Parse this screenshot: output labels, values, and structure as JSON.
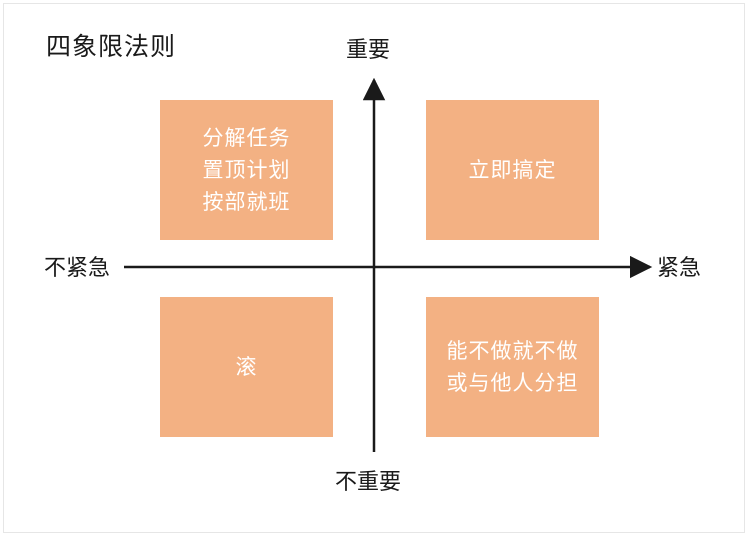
{
  "title": "四象限法则",
  "axes": {
    "top": "重要",
    "bottom": "不重要",
    "left": "不紧急",
    "right": "紧急"
  },
  "quadrants": {
    "top_left": [
      "分解任务",
      "置顶计划",
      "按部就班"
    ],
    "top_right": [
      "立即搞定"
    ],
    "bottom_left": [
      "滚"
    ],
    "bottom_right": [
      "能不做就不做",
      "或与他人分担"
    ]
  },
  "colors": {
    "box_fill": "#f3b183",
    "box_text": "#ffffff",
    "axis": "#1a1a1a"
  }
}
